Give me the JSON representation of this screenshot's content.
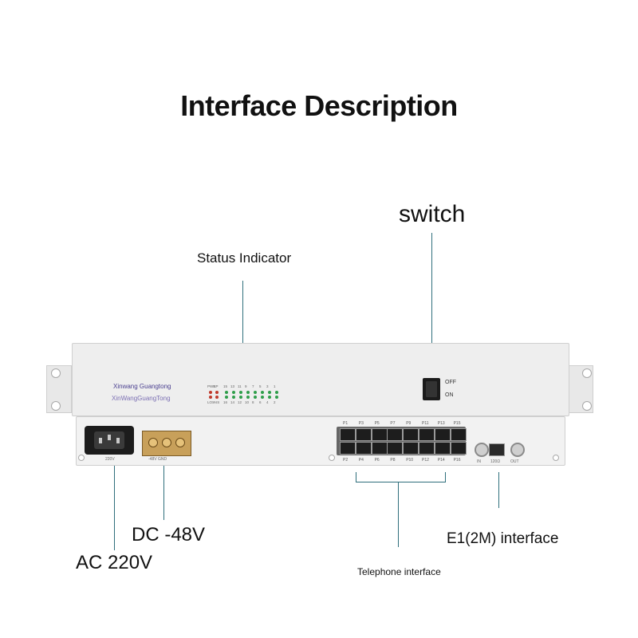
{
  "title": "Interface Description",
  "callouts": {
    "switch": "switch",
    "status_indicator": "Status Indicator",
    "dc": "DC -48V",
    "ac": "AC 220V",
    "e1": "E1(2M) interface",
    "telephone": "Telephone interface"
  },
  "device": {
    "brand_line1": "Xinwang Guangtong",
    "brand_line2": "XinWangGuangTong",
    "led_labels_top": [
      "PWR",
      "LP",
      "15",
      "13",
      "11",
      "9",
      "7",
      "5",
      "3",
      "1"
    ],
    "led_labels_bottom": [
      "LOS",
      "AIS",
      "16",
      "14",
      "12",
      "10",
      "8",
      "6",
      "4",
      "2"
    ],
    "switch_off": "OFF",
    "switch_on": "ON",
    "power_ac_label": "220V",
    "power_dc_label": "-48V GND",
    "ports_top": [
      "P1",
      "P3",
      "P5",
      "P7",
      "P9",
      "P11",
      "P13",
      "P15"
    ],
    "ports_bottom": [
      "P2",
      "P4",
      "P6",
      "P8",
      "P10",
      "P12",
      "P14",
      "P16"
    ],
    "e1_labels": [
      "IN",
      "120Ω",
      "OUT"
    ]
  }
}
